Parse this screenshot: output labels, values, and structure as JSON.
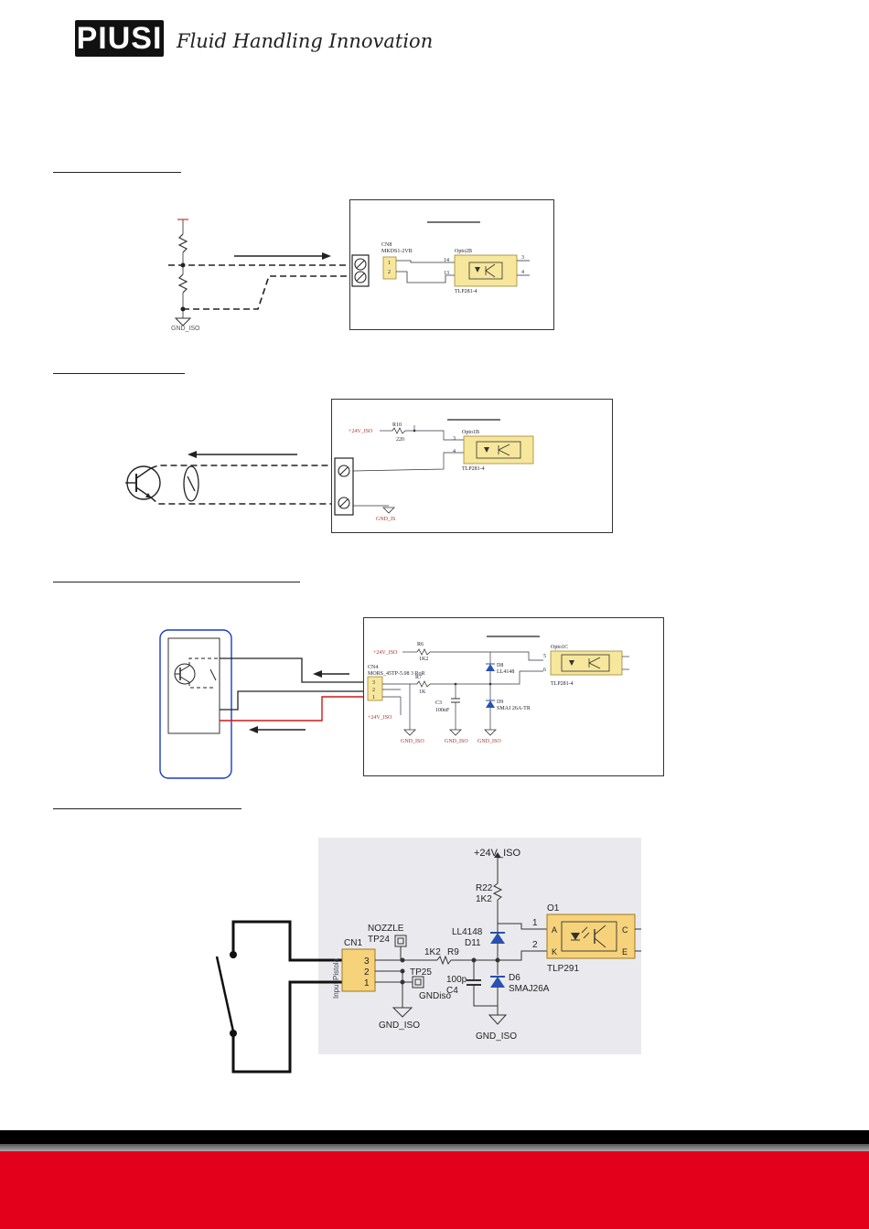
{
  "header": {
    "brand": "PIUSI",
    "tagline": "Fluid Handling Innovation"
  },
  "diagram1": {
    "connector_ref": "CN8",
    "connector_part": "MKDS1-2VB",
    "pins_in": [
      "1",
      "2"
    ],
    "opto_ref": "Opto2B",
    "opto_part": "TLP281-4",
    "opto_pins": [
      "14",
      "13",
      "3",
      "4"
    ],
    "ground": "GND_ISO"
  },
  "diagram2": {
    "supply": "+24V_ISO",
    "resistor_ref": "R10",
    "resistor_val": "220",
    "opto_ref": "Opto1B",
    "opto_part": "TLP281-4",
    "opto_pins": [
      "3",
      "4"
    ],
    "ground": "GND_IS"
  },
  "diagram3": {
    "supply": "+24V_ISO",
    "r_top_ref": "R6",
    "r_top_val": "1K2",
    "r_mid_ref": "R7",
    "r_mid_val": "1K",
    "connector_ref": "CN4",
    "connector_part": "MORS_45TP-5.08 3 RoR",
    "pins": [
      "3",
      "2",
      "1"
    ],
    "supply_low": "+24V_ISO",
    "diode_ref": "D8",
    "diode_part": "LL4148",
    "tvs_ref": "D9",
    "tvs_part": "SMAJ 26A-TR",
    "cap_ref": "C3",
    "cap_val": "100nF",
    "opto_ref": "Opto1C",
    "opto_part": "TLP281-4",
    "opto_pins": [
      "5",
      "6"
    ],
    "grounds": [
      "GND_ISO",
      "GND_ISO",
      "GND_ISO"
    ]
  },
  "diagram4": {
    "supply": "+24V_ISO",
    "r22_ref": "R22",
    "r22_val": "1K2",
    "diode_part": "LL4148",
    "diode_ref": "D11",
    "nozzle_label": "NOZZLE",
    "tp24": "TP24",
    "r9_val": "1K2",
    "r9_ref": "R9",
    "tp25": "TP25",
    "gndiso_label": "GNDiso",
    "cap_val": "100p",
    "cap_ref": "C4",
    "tvs_ref": "D6",
    "tvs_part": "SMAJ26A",
    "connector_ref": "CN1",
    "connector_side": "Input Pistola",
    "pins": [
      "3",
      "2",
      "1"
    ],
    "opto_ref": "O1",
    "opto_part": "TLP291",
    "opto_pin_nums": [
      "1",
      "2"
    ],
    "opto_pin_names": [
      "A",
      "K",
      "C",
      "E"
    ],
    "grounds": [
      "GND_ISO",
      "GND_ISO"
    ]
  }
}
